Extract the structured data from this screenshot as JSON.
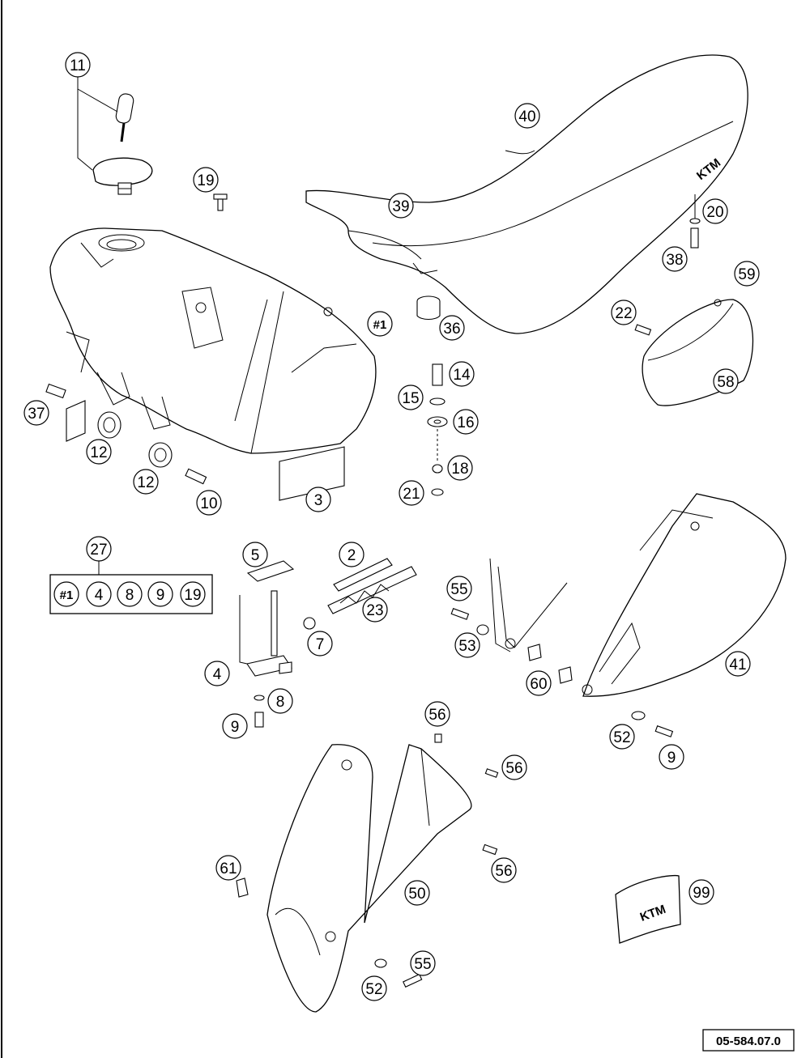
{
  "diagram": {
    "drawing_number": "05-584.07.0",
    "logo_text": "KTM",
    "kit": {
      "label": "27",
      "contents": [
        "#1",
        "4",
        "8",
        "9",
        "19"
      ]
    },
    "callouts": {
      "c11": "11",
      "c19a": "19",
      "c40": "40",
      "c39": "39",
      "c20": "20",
      "c38": "38",
      "c59": "59",
      "c22": "22",
      "c58": "58",
      "c36": "36",
      "c1": "#1",
      "c14": "14",
      "c15": "15",
      "c16": "16",
      "c18": "18",
      "c21": "21",
      "c37": "37",
      "c12a": "12",
      "c12b": "12",
      "c10": "10",
      "c3": "3",
      "c5": "5",
      "c2": "2",
      "c23": "23",
      "c7": "7",
      "c4": "4",
      "c8": "8",
      "c9a": "9",
      "c55a": "55",
      "c53": "53",
      "c60": "60",
      "c41": "41",
      "c52a": "52",
      "c9b": "9",
      "c56a": "56",
      "c56b": "56",
      "c56c": "56",
      "c61": "61",
      "c50": "50",
      "c55b": "55",
      "c52b": "52",
      "c99": "99"
    }
  }
}
